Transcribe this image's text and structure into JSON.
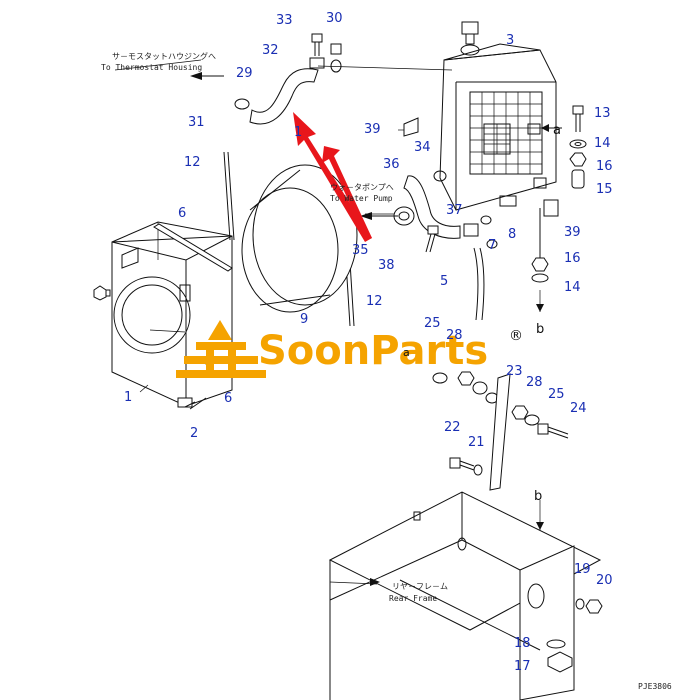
{
  "diagram": {
    "parts": {
      "p1": "1",
      "p2": "2",
      "p3": "3",
      "p5": "5",
      "p6a": "6",
      "p6b": "6",
      "p7": "7",
      "p8": "8",
      "p9": "9",
      "p12a": "12",
      "p12b": "12",
      "p13": "13",
      "p14a": "14",
      "p14b": "14",
      "p15": "15",
      "p16a": "16",
      "p16b": "16",
      "p17": "17",
      "p18": "18",
      "p19": "19",
      "p20": "20",
      "p21": "21",
      "p22": "22",
      "p23": "23",
      "p24": "24",
      "p25a": "25",
      "p25b": "25",
      "p28a": "28",
      "p28b": "28",
      "p29": "29",
      "p30": "30",
      "p31": "31",
      "p32": "32",
      "p33": "33",
      "p34": "34",
      "p35": "35",
      "p36": "36",
      "p37": "37",
      "p38": "38",
      "p39a": "39",
      "p39b": "39"
    },
    "callouts": {
      "a1": "a",
      "a2": "a",
      "b1": "b",
      "b2": "b"
    },
    "annotations": {
      "thermo_jp": "サ－モスタットハウジングへ",
      "thermo_en": "To Thermostat Housing",
      "pump_jp": "ウォ－タポンプへ",
      "pump_en": "To Water Pump",
      "frame_jp": "リヤ－フレ－ム",
      "frame_en": "Rear Frame"
    },
    "drawing_code": "PJE3806"
  },
  "watermark": {
    "text": "SoonParts",
    "registered": "®",
    "color": "#f5a300"
  },
  "colors": {
    "callout_numbers": "#1a2fb3",
    "highlight_arrow": "#e8161b"
  }
}
